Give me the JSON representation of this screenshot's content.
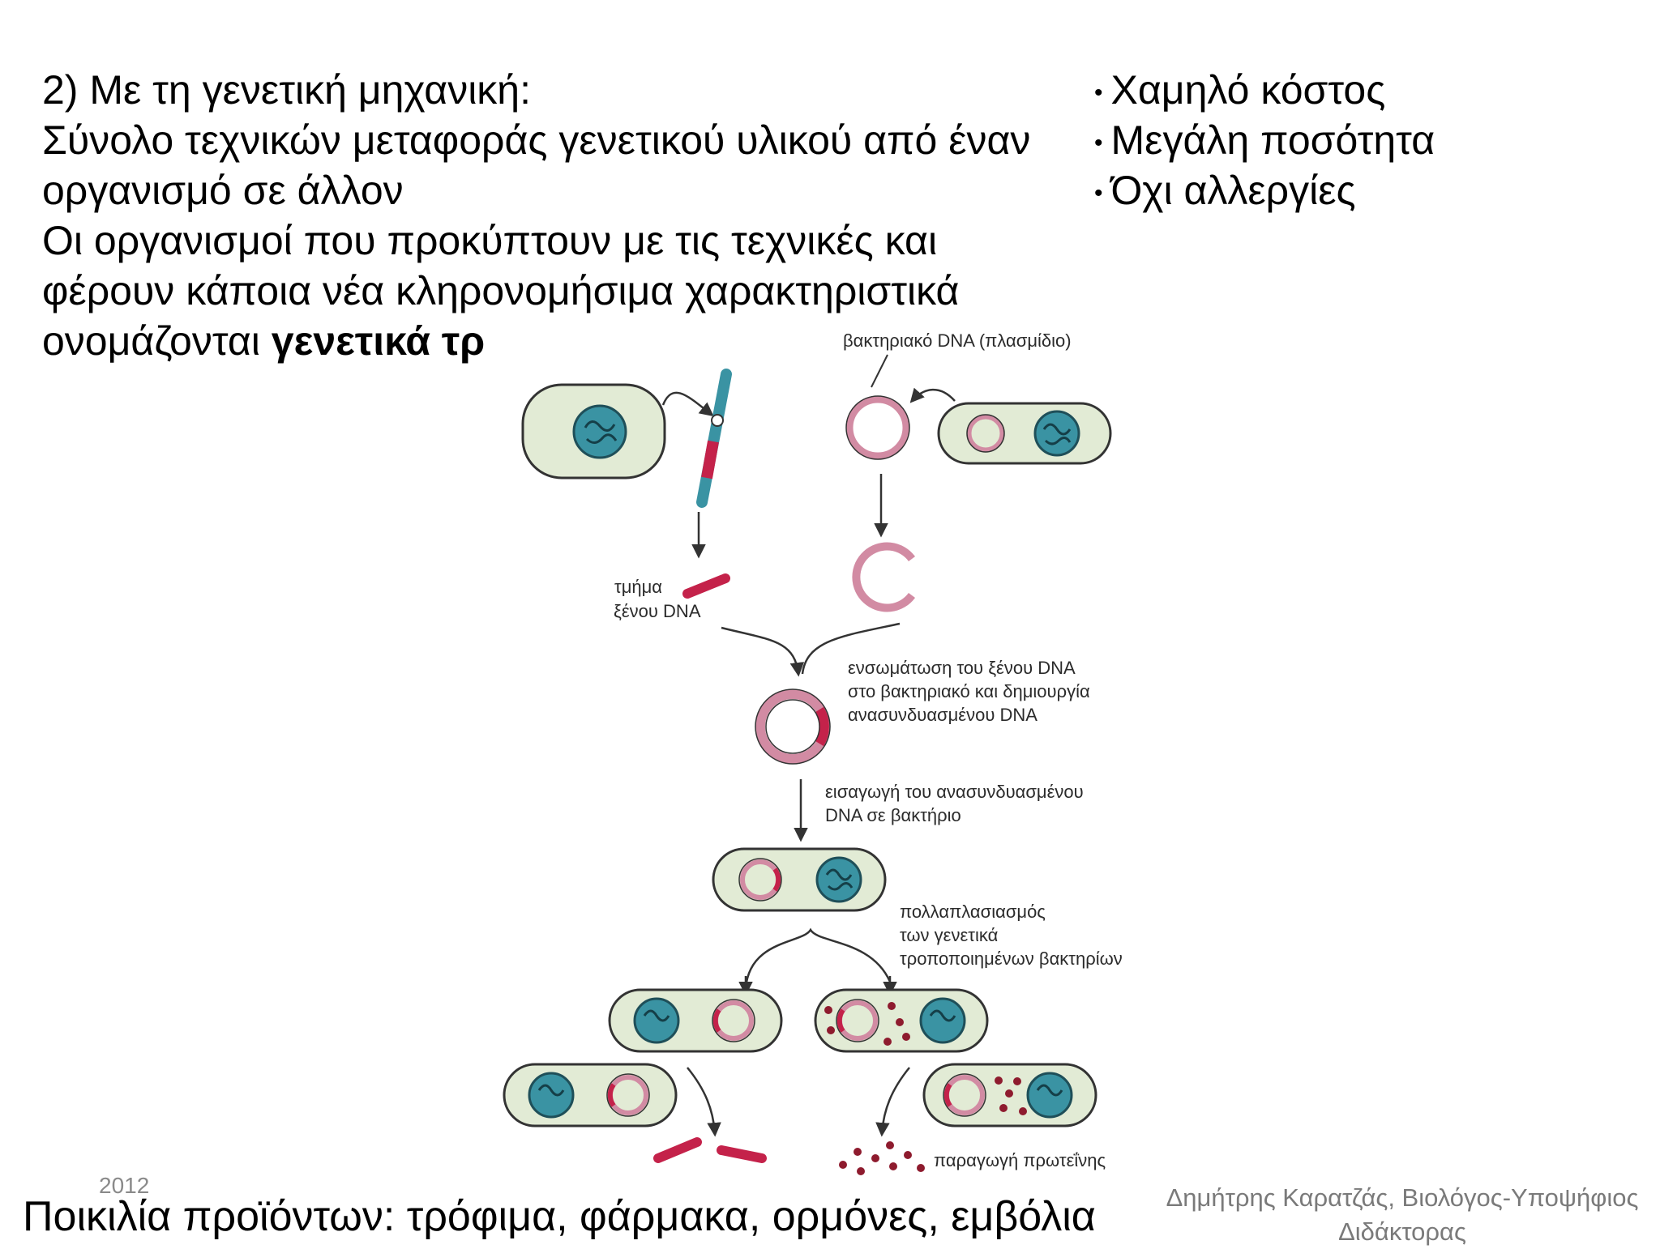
{
  "intro": {
    "line1": "2) Με τη γενετική μηχανική:",
    "line2": "Σύνολο τεχνικών μεταφοράς γενετικού υλικού από έναν",
    "line3": "οργανισμό σε άλλον",
    "line4": "Οι οργανισμοί που προκύπτουν με τις τεχνικές και",
    "line5": "φέρουν κάποια νέα κληρονομήσιμα χαρακτηριστικά",
    "line6_prefix": "ονομάζονται ",
    "line6_bold": "γενετικά τρ"
  },
  "bullets": [
    "Χαμηλό κόστος",
    "Μεγάλη ποσότητα",
    "Όχι αλλεργίες"
  ],
  "diagram": {
    "label_plasmid": "βακτηριακό DNA (πλασμίδιο)",
    "label_fragment_1": "τμήμα",
    "label_fragment_2": "ξένου DNA",
    "label_integration_1": "ενσωμάτωση του ξένου DNA",
    "label_integration_2": "στο βακτηριακό και δημιουργία",
    "label_integration_3": "ανασυνδυασμένου DNA",
    "label_insertion_1": "εισαγωγή του ανασυνδυασμένου",
    "label_insertion_2": "DNA σε βακτήριο",
    "label_multiplication_1": "πολλαπλασιασμός",
    "label_multiplication_2": "των γενετικά",
    "label_multiplication_3": "τροποποιημένων βακτηρίων",
    "label_protein": "παραγωγή πρωτεΐνης",
    "colors": {
      "cell_fill": "#e2ebd5",
      "nucleoid": "#3a93a3",
      "plasmid": "#d28ba3",
      "foreign_dna": "#c4224a",
      "protein": "#8e1b2e"
    }
  },
  "footer": {
    "year": "2012",
    "products": "Ποικιλία προϊόντων: τρόφιμα, φάρμακα, ορμόνες, εμβόλια",
    "author_line1": "Δημήτρης Καρατζάς, Βιολόγος-Υποψήφιος",
    "author_line2": "Διδάκτορας"
  }
}
